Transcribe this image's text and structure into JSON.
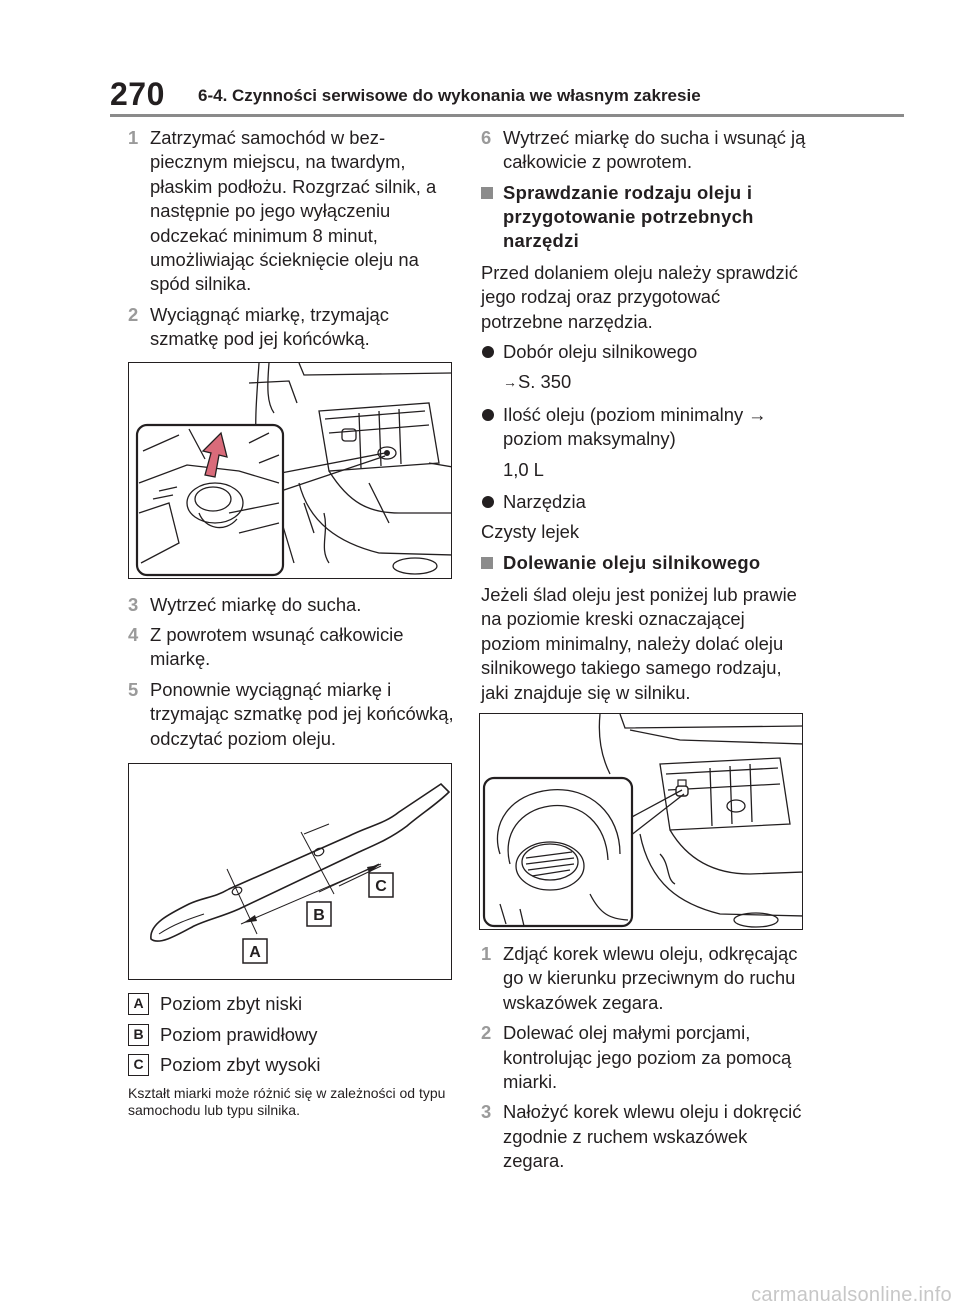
{
  "header": {
    "page_number": "270",
    "section_title": "6-4. Czynności serwisowe do wykonania we własnym zakresie"
  },
  "left_column": {
    "steps_a": [
      {
        "num": "1",
        "text": "Zatrzymać samochód w bez­piecznym miejscu, na twardym, płaskim podłożu. Rozgrzać silnik, a następnie po jego wyłączeniu odczekać minimum 8 minut, umożliwiając ścieknięcie oleju na spód silnika."
      },
      {
        "num": "2",
        "text": "Wyciągnąć miarkę, trzymając szmatkę pod jej końcówką."
      }
    ],
    "steps_b": [
      {
        "num": "3",
        "text": "Wytrzeć miarkę do sucha."
      },
      {
        "num": "4",
        "text": "Z powrotem wsunąć całkowicie miarkę."
      },
      {
        "num": "5",
        "text": "Ponownie wyciągnąć miarkę i trzymając szmatkę pod jej koń­cówką, odczytać poziom oleju."
      }
    ],
    "dipstick_labels": {
      "a": "A",
      "b": "B",
      "c": "C"
    },
    "legend": [
      {
        "letter": "A",
        "text": "Poziom zbyt niski"
      },
      {
        "letter": "B",
        "text": "Poziom prawidłowy"
      },
      {
        "letter": "C",
        "text": "Poziom zbyt wysoki"
      }
    ],
    "note": "Kształt miarki może różnić się w zależno­ści od typu samochodu lub typu silnika."
  },
  "right_column": {
    "step6": {
      "num": "6",
      "text": "Wytrzeć miarkę do sucha i wsu­nąć ją całkowicie z powrotem."
    },
    "heading_check": "Sprawdzanie rodzaju oleju i przygotowanie potrzebnych narzędzi",
    "check_intro": "Przed dolaniem oleju należy spraw­dzić jego rodzaj oraz przygotować potrzebne narzędzia.",
    "bullet_oil_type": "Dobór oleju silnikowego",
    "oil_type_arrow": "→",
    "oil_type_ref": "S. 350",
    "bullet_quantity": "Ilość oleju (poziom minimalny →",
    "bullet_quantity_cont": "poziom maksymalny)",
    "quantity_value": "1,0 L",
    "bullet_tools": "Narzędzia",
    "tools_value": "Czysty lejek",
    "heading_add": "Dolewanie oleju silnikowego",
    "add_intro": "Jeżeli ślad oleju jest poniżej lub pra­wie na poziomie kreski oznaczającej poziom minimalny, należy dolać ole­ju silnikowego takiego samego ro­dzaju, jaki znajduje się w silniku.",
    "steps": [
      {
        "num": "1",
        "text": "Zdjąć korek wlewu oleju, odkrę­cając go w kierunku przeciwnym do ruchu wskazówek zegara."
      },
      {
        "num": "2",
        "text": "Dolewać olej małymi porcjami, kontrolując jego poziom za po­mocą miarki."
      },
      {
        "num": "3",
        "text": "Nałożyć korek wlewu oleju i do­kręcić zgodnie z ruchem wskazó­wek zegara."
      }
    ]
  },
  "watermark": "carmanualsonline.info",
  "colors": {
    "text": "#231f20",
    "step_number": "#9a9a9a",
    "rule": "#8a8a8a",
    "square_bullet": "#8c8c8c"
  }
}
